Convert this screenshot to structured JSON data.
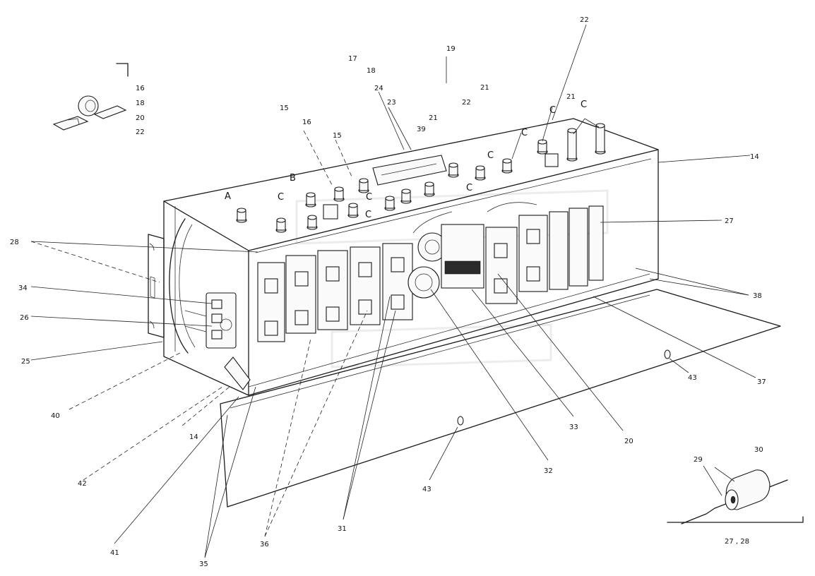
{
  "callouts": [
    {
      "id": "c16a",
      "text": "16"
    },
    {
      "id": "c18a",
      "text": "18"
    },
    {
      "id": "c20a",
      "text": "20"
    },
    {
      "id": "c22a",
      "text": "22"
    },
    {
      "id": "c15a",
      "text": "15"
    },
    {
      "id": "c16b",
      "text": "16"
    },
    {
      "id": "c15b",
      "text": "15"
    },
    {
      "id": "c17",
      "text": "17"
    },
    {
      "id": "c18b",
      "text": "18"
    },
    {
      "id": "c24",
      "text": "24"
    },
    {
      "id": "c23",
      "text": "23"
    },
    {
      "id": "c39",
      "text": "39"
    },
    {
      "id": "c21a",
      "text": "21"
    },
    {
      "id": "c22b",
      "text": "22"
    },
    {
      "id": "c21b",
      "text": "21"
    },
    {
      "id": "c19",
      "text": "19"
    },
    {
      "id": "c22c",
      "text": "22"
    },
    {
      "id": "c21c",
      "text": "21"
    },
    {
      "id": "c14a",
      "text": "14"
    },
    {
      "id": "c27",
      "text": "27"
    },
    {
      "id": "c38",
      "text": "38"
    },
    {
      "id": "c37",
      "text": "37"
    },
    {
      "id": "c43a",
      "text": "43"
    },
    {
      "id": "c43b",
      "text": "43"
    },
    {
      "id": "c28",
      "text": "28"
    },
    {
      "id": "c34",
      "text": "34"
    },
    {
      "id": "c26",
      "text": "26"
    },
    {
      "id": "c25",
      "text": "25"
    },
    {
      "id": "c40",
      "text": "40"
    },
    {
      "id": "c14b",
      "text": "14"
    },
    {
      "id": "c42",
      "text": "42"
    },
    {
      "id": "c41",
      "text": "41"
    },
    {
      "id": "c35",
      "text": "35"
    },
    {
      "id": "c36",
      "text": "36"
    },
    {
      "id": "c31",
      "text": "31"
    },
    {
      "id": "c32",
      "text": "32"
    },
    {
      "id": "c33",
      "text": "33"
    },
    {
      "id": "c20b",
      "text": "20"
    },
    {
      "id": "c29",
      "text": "29"
    },
    {
      "id": "c30",
      "text": "30"
    },
    {
      "id": "c2728",
      "text": "27 , 28"
    }
  ],
  "letters": [
    {
      "id": "lA",
      "text": "A"
    },
    {
      "id": "lB",
      "text": "B"
    },
    {
      "id": "lC1",
      "text": "C"
    },
    {
      "id": "lC2",
      "text": "C"
    },
    {
      "id": "lC3",
      "text": "C"
    },
    {
      "id": "lC4",
      "text": "C"
    },
    {
      "id": "lC5",
      "text": "C"
    },
    {
      "id": "lC6",
      "text": "C"
    },
    {
      "id": "lC7",
      "text": "C"
    },
    {
      "id": "lC8",
      "text": "C"
    }
  ]
}
